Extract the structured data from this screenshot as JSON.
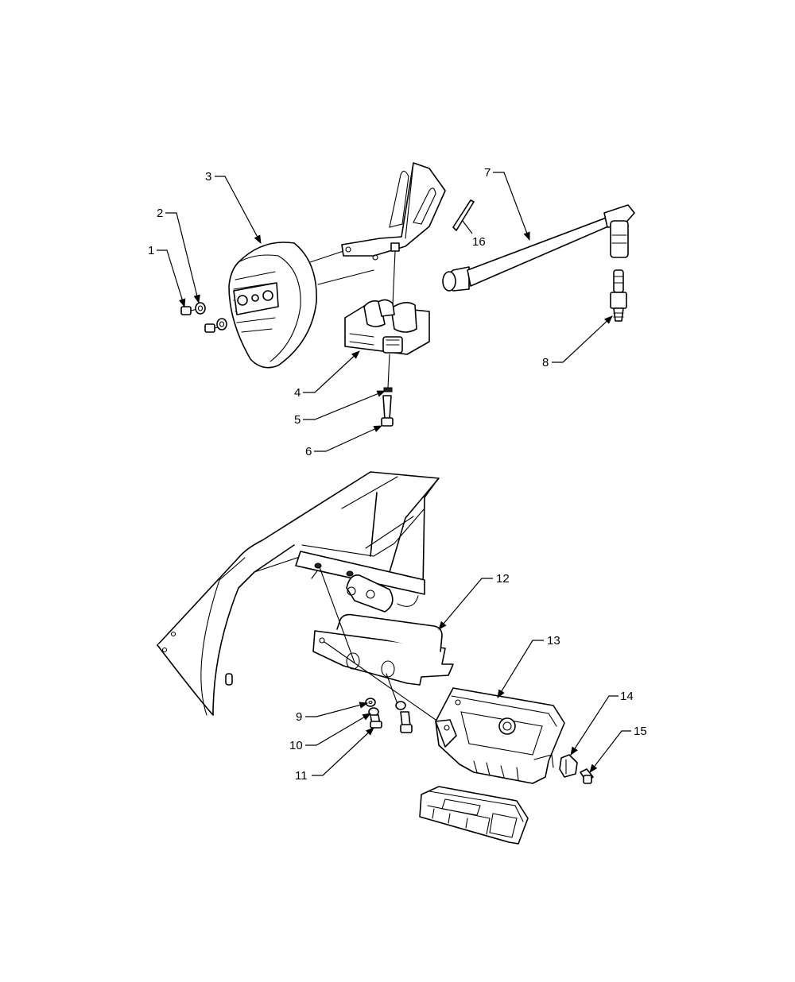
{
  "callouts": [
    {
      "id": "1",
      "label": "1"
    },
    {
      "id": "2",
      "label": "2"
    },
    {
      "id": "3",
      "label": "3"
    },
    {
      "id": "4",
      "label": "4"
    },
    {
      "id": "5",
      "label": "5"
    },
    {
      "id": "6",
      "label": "6"
    },
    {
      "id": "7",
      "label": "7"
    },
    {
      "id": "8",
      "label": "8"
    },
    {
      "id": "9",
      "label": "9"
    },
    {
      "id": "10",
      "label": "10"
    },
    {
      "id": "11",
      "label": "11"
    },
    {
      "id": "12",
      "label": "12"
    },
    {
      "id": "13",
      "label": "13"
    },
    {
      "id": "14",
      "label": "14"
    },
    {
      "id": "15",
      "label": "15"
    },
    {
      "id": "16",
      "label": "16"
    }
  ],
  "colors": {
    "line": "#000000",
    "background": "#ffffff"
  }
}
